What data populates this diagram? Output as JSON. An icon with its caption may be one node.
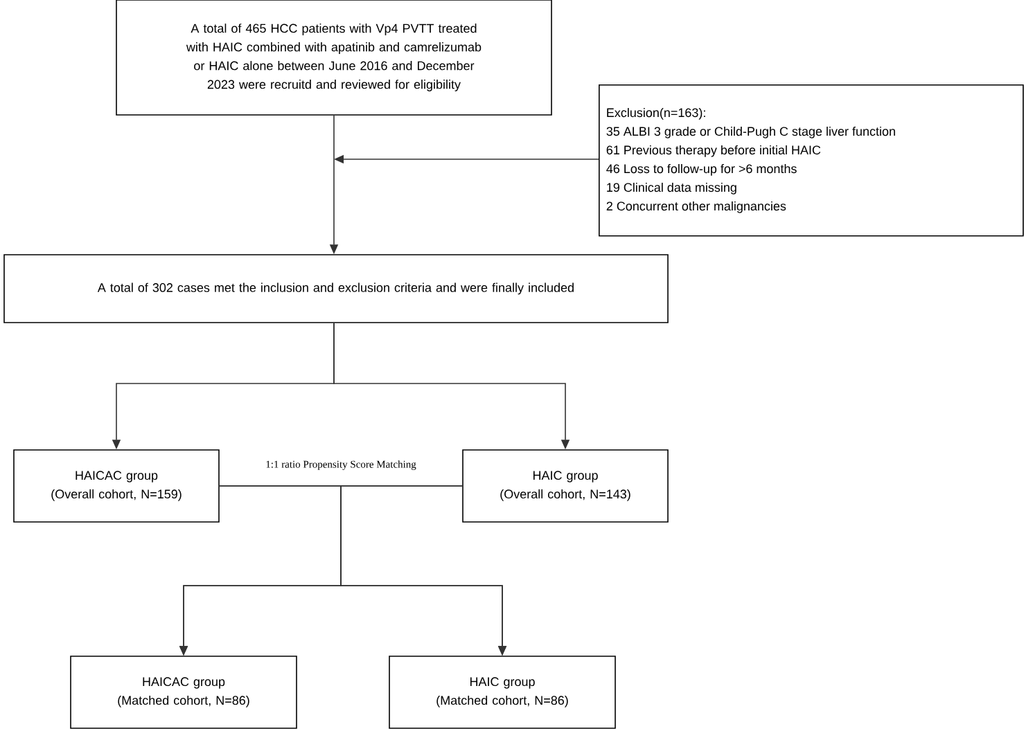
{
  "diagram": {
    "nodes": [
      {
        "text": [
          "A total of 465 HCC patients with Vp4 PVTT  treated with HAIC combined with apatinib and camrelizumab or HAIC alone between June 2016 and December 2023 were recruitd and reviewed for eligibility"
        ]
      },
      {
        "text": [
          "Exclusion(n=163):",
          "35 ALBI 3 grade or Child-Pugh C stage liver function",
          "61 Previous therapy before initial HAIC",
          "46 Loss to follow-up for >6 months",
          "19 Clinical data missing",
          "2   Concurrent other malignancies"
        ]
      },
      {
        "text": [
          "A total of 302 cases met the inclusion and exclusion criteria and were finally included"
        ]
      },
      {
        "text": [
          "HAICAC group",
          "(Overall cohort, N=159)"
        ]
      },
      {
        "text": [
          "HAIC group",
          "(Overall cohort, N=143)"
        ]
      },
      {
        "text": [
          "HAICAC group",
          "(Matched cohort, N=86)"
        ]
      },
      {
        "text": [
          "HAIC group",
          "(Matched cohort, N=86)"
        ]
      }
    ],
    "edges": [
      {
        "from": 0,
        "to": 2,
        "arrow": "to"
      },
      {
        "from": 1,
        "to": null,
        "arrow": "to"
      },
      {
        "from": 2,
        "to": 3,
        "arrow": "to"
      },
      {
        "from": 2,
        "to": 4,
        "arrow": "to"
      },
      {
        "from": 3,
        "to": 5,
        "arrow": "to"
      },
      {
        "from": 3,
        "to": 6,
        "arrow": "to"
      },
      {
        "from": 4,
        "to": 5,
        "arrow": "to"
      },
      {
        "from": 4,
        "to": 6,
        "arrow": "to"
      }
    ],
    "labels": [
      "1:1 ratio Propensity Score Matching"
    ]
  }
}
